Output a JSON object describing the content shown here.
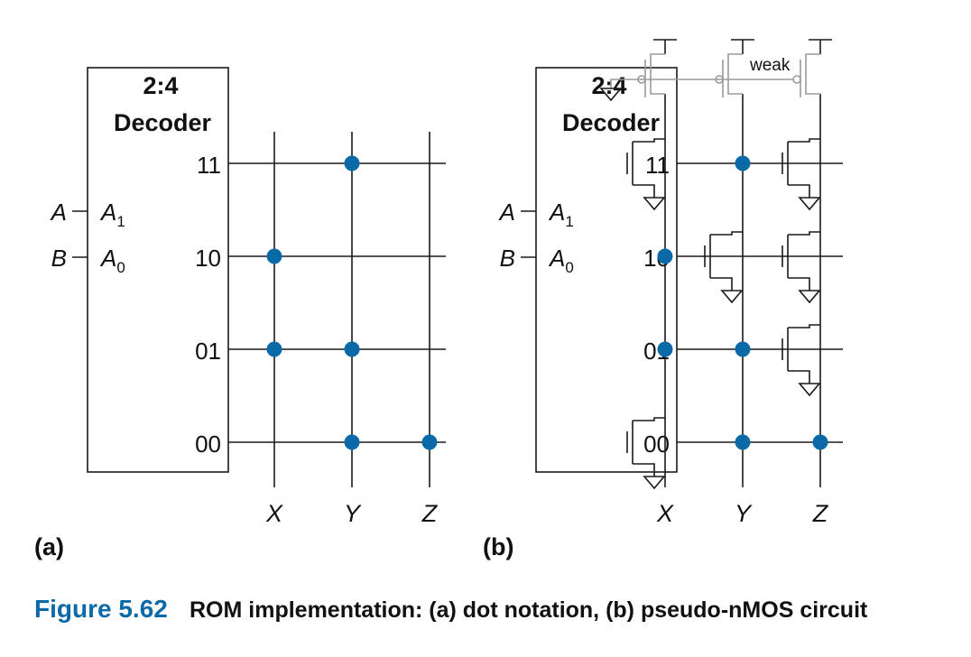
{
  "figure": {
    "number": "Figure 5.62",
    "caption": "ROM implementation: (a) dot notation, (b) pseudo-nMOS circuit",
    "number_color": "#0a6aa8",
    "dot_color": "#0a6aa8",
    "pullup_color": "#9a9a9a"
  },
  "decoder": {
    "title_line1": "2:4",
    "title_line2": "Decoder",
    "outputs": [
      "11",
      "10",
      "01",
      "00"
    ],
    "inputs": [
      {
        "signal": "A",
        "pin": "A",
        "sub": "1"
      },
      {
        "signal": "B",
        "pin": "A",
        "sub": "0"
      }
    ]
  },
  "bitlines": [
    "X",
    "Y",
    "Z"
  ],
  "pullup_label": "weak",
  "panels": [
    {
      "label": "(a)",
      "style": "dot notation"
    },
    {
      "label": "(b)",
      "style": "pseudo-nMOS circuit"
    }
  ],
  "rom_contents": [
    {
      "address": "11",
      "dots": [
        "Y"
      ]
    },
    {
      "address": "10",
      "dots": [
        "X"
      ]
    },
    {
      "address": "01",
      "dots": [
        "X",
        "Y"
      ]
    },
    {
      "address": "00",
      "dots": [
        "Y",
        "Z"
      ]
    }
  ]
}
